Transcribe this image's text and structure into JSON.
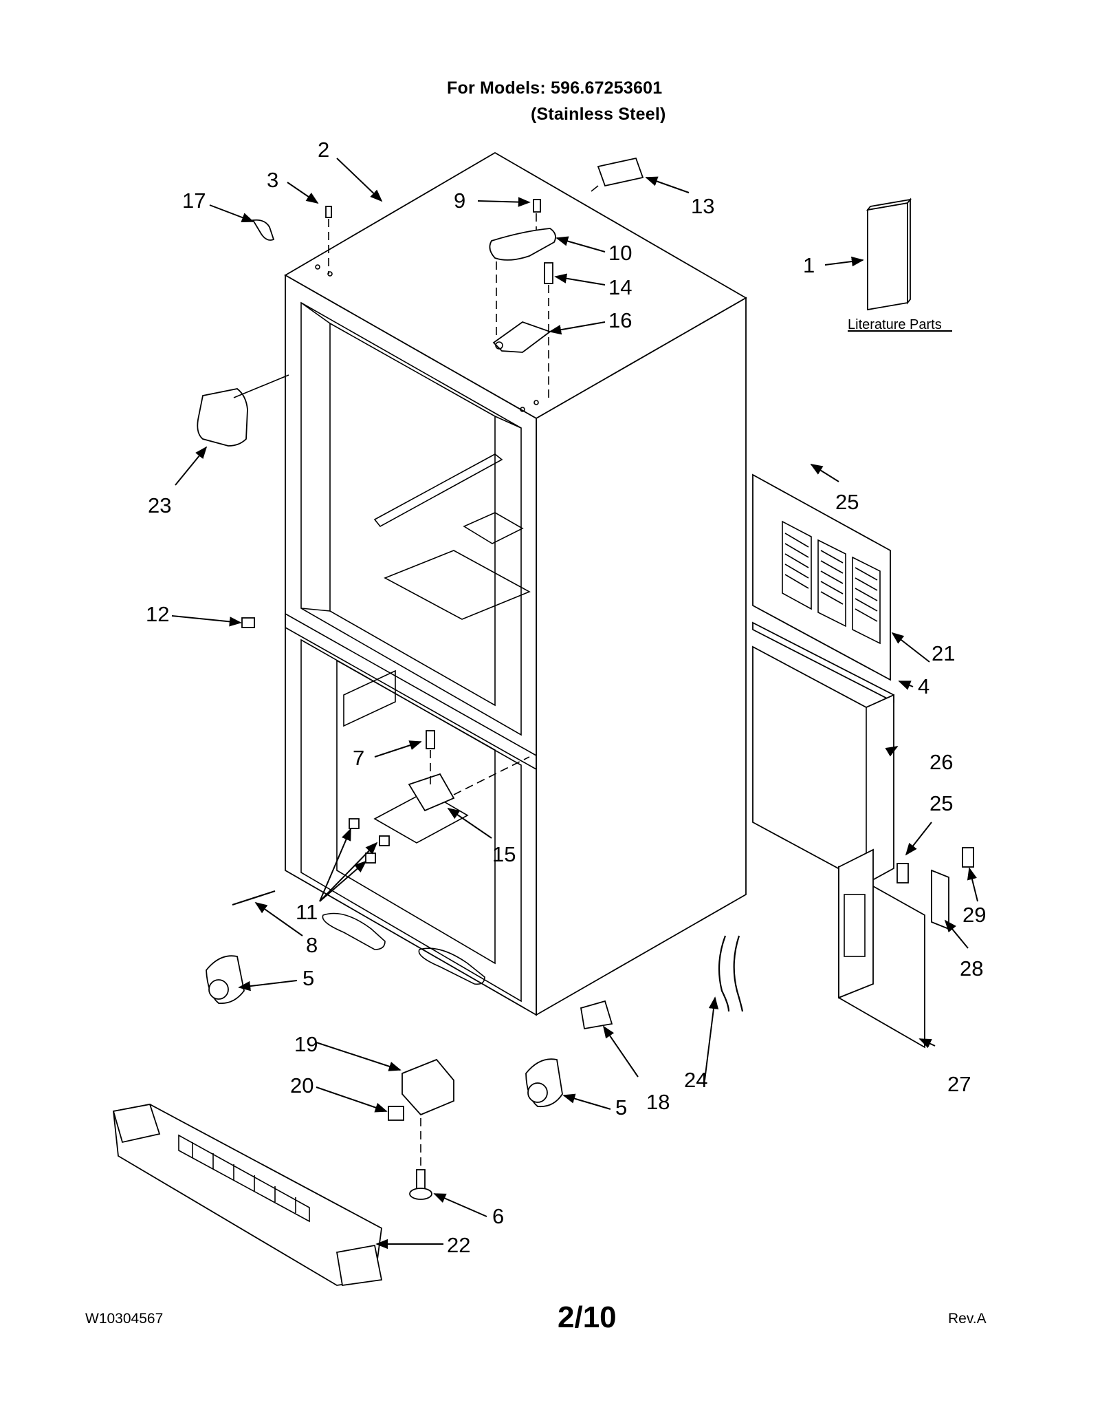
{
  "header": {
    "models_line": "For Models: 596.67253601",
    "finish_line": "(Stainless Steel)"
  },
  "literature_label": "Literature Parts",
  "callouts": [
    "1",
    "2",
    "3",
    "4",
    "5",
    "5",
    "6",
    "7",
    "8",
    "9",
    "10",
    "11",
    "12",
    "13",
    "14",
    "15",
    "16",
    "17",
    "18",
    "19",
    "20",
    "21",
    "22",
    "23",
    "24",
    "25",
    "25",
    "26",
    "27",
    "28",
    "29"
  ],
  "footer": {
    "doc_number": "W10304567",
    "page": "2/10",
    "revision": "Rev.A"
  }
}
